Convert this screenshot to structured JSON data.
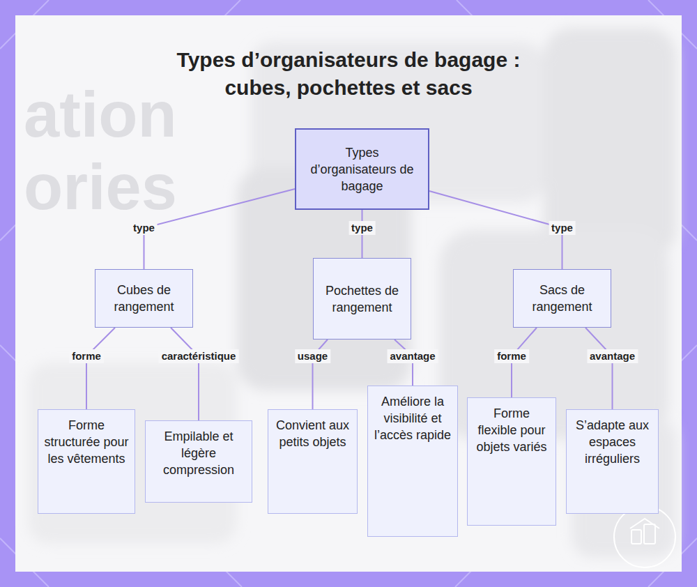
{
  "diagram": {
    "title": "Types d’organisateurs de bagage : cubes, pochettes et sacs",
    "nodes": [
      {
        "text": [
          "Types d’organisateurs de bagage"
        ]
      },
      {
        "text": [
          "Cubes de rangement"
        ]
      },
      {
        "text": [
          "Pochettes de rangement"
        ]
      },
      {
        "text": [
          "Sacs de rangement"
        ]
      },
      {
        "text": [
          "Forme structurée pour les vêtements"
        ]
      },
      {
        "text": [
          "Empilable et légère compression"
        ]
      },
      {
        "text": [
          "Convient aux petits objets"
        ]
      },
      {
        "text": [
          "Améliore la visibilité et l’accès rapide"
        ]
      },
      {
        "text": [
          "Forme flexible pour objets variés"
        ]
      },
      {
        "text": [
          "S’adapte aux espaces irréguliers"
        ]
      }
    ],
    "edges": [
      {
        "from": 0,
        "to": 1,
        "label": "type",
        "arrow": "none"
      },
      {
        "from": 0,
        "to": 2,
        "label": "type",
        "arrow": "none"
      },
      {
        "from": 0,
        "to": 3,
        "label": "type",
        "arrow": "none"
      },
      {
        "from": 1,
        "to": 4,
        "label": "forme",
        "arrow": "none"
      },
      {
        "from": 1,
        "to": 5,
        "label": "caractéristique",
        "arrow": "none"
      },
      {
        "from": 2,
        "to": 6,
        "label": "usage",
        "arrow": "none"
      },
      {
        "from": 2,
        "to": 7,
        "label": "avantage",
        "arrow": "none"
      },
      {
        "from": 3,
        "to": 8,
        "label": "forme",
        "arrow": "none"
      },
      {
        "from": 3,
        "to": 9,
        "label": "avantage",
        "arrow": "none"
      }
    ],
    "labels": [
      "ation",
      "ories"
    ]
  }
}
